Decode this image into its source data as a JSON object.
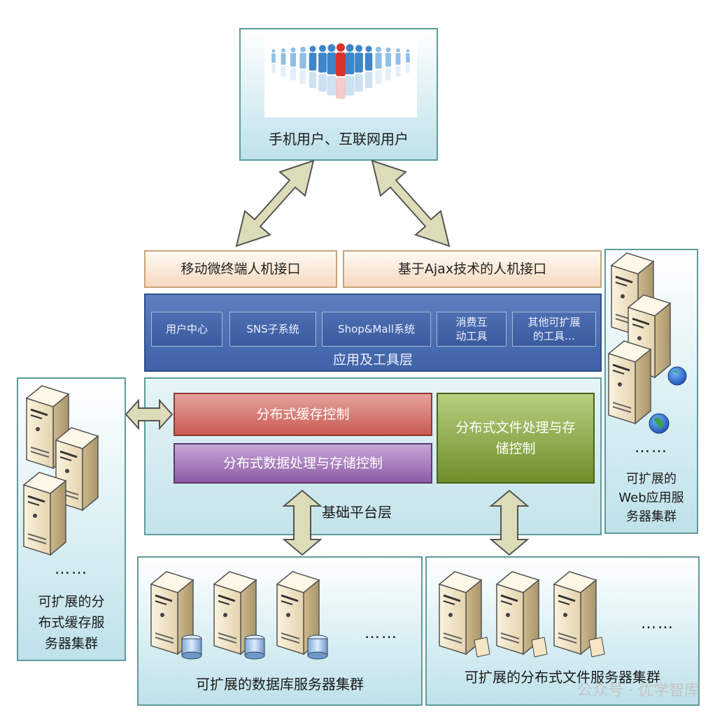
{
  "users": {
    "label": "手机用户、互联网用户"
  },
  "interfaces": {
    "mobile": "移动微终端人机接口",
    "ajax": "基于Ajax技术的人机接口"
  },
  "app_layer": {
    "title": "应用及工具层",
    "tools": [
      "用户中心",
      "SNS子系统",
      "Shop&Mall系统",
      "消费互\n动工具",
      "其他可扩展\n的工具…"
    ]
  },
  "platform": {
    "title": "基础平台层",
    "cache": "分布式缓存控制",
    "data": "分布式数据处理与存储控制",
    "file": "分布式文件处理与存\n储控制"
  },
  "web_cluster": {
    "dots": "……",
    "label": "可扩展的\nWeb应用服\n务器集群"
  },
  "cache_cluster": {
    "dots": "……",
    "label": "可扩展的分\n布式缓存服\n务器集群"
  },
  "db_cluster": {
    "dots": "……",
    "label": "可扩展的数据库服务器集群"
  },
  "file_cluster": {
    "dots": "……",
    "label": "可扩展的分布式文件服务器集群"
  },
  "watermark": "公众号 · 优学智库",
  "colors": {
    "panel_border": "#5f9a9a",
    "layer_blue": "#4466aa",
    "cache_red": "#d26a62",
    "data_purple": "#9a6ab0",
    "file_green": "#7f9c3a",
    "arrow_fill": "#dcdcb8"
  }
}
